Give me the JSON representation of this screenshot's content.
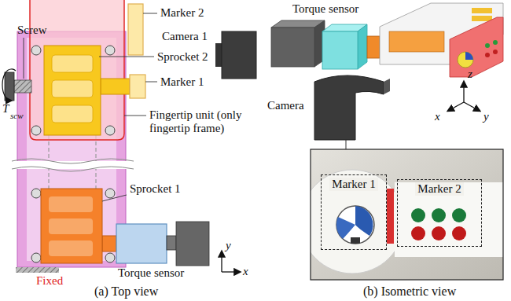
{
  "diagram": {
    "nodes": [
      {
        "text": [
          "Marker 1"
        ]
      },
      {
        "text": [
          "Marker 2"
        ]
      }
    ],
    "labels": [
      "Marker 2",
      "Screw",
      "Sprocket 2",
      "Camera 1",
      "Marker 1",
      "T",
      "scw",
      "Fingertip unit (only fingertip frame)",
      "Sprocket 1",
      "Fixed",
      "Torque sensor",
      "y",
      "x",
      "(a) Top view",
      "Torque sensor",
      "Camera",
      "z",
      "x",
      "y",
      "(b) Isometric view"
    ]
  }
}
